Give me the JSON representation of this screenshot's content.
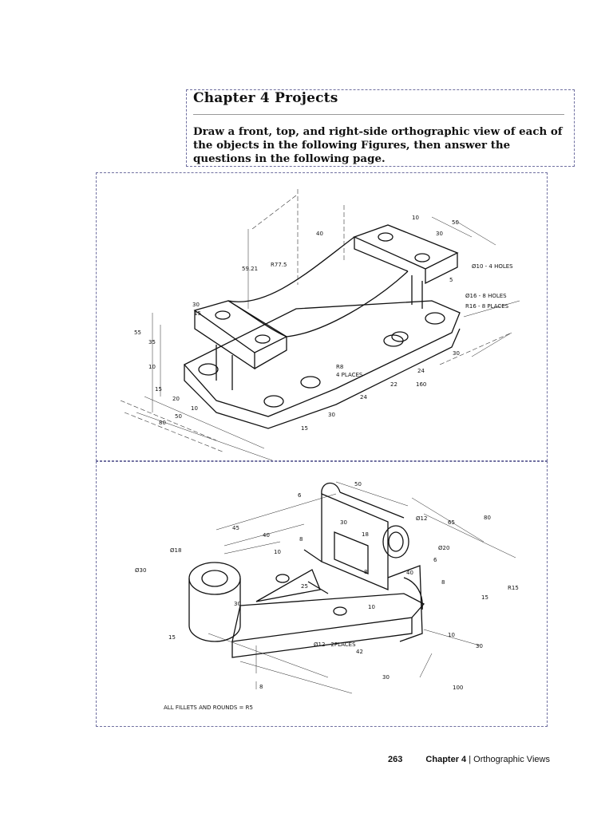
{
  "header": {
    "title": "Chapter 4 Projects",
    "instructions": "Draw a front, top, and right-side orthographic view of each of the objects in the following Figures, then answer the questions in the following page."
  },
  "figure1": {
    "labels": [
      "10",
      "50",
      "30",
      "40",
      "59.21",
      "R77.5",
      "Ø10 - 4 HOLES",
      "5",
      "Ø16 - 8 HOLES",
      "R16 - 8 PLACES",
      "30",
      "15",
      "55",
      "35",
      "10",
      "R8",
      "4 PLACES",
      "30",
      "24",
      "22",
      "160",
      "15",
      "20",
      "10",
      "24",
      "50",
      "80",
      "30",
      "15"
    ]
  },
  "figure2": {
    "labels": [
      "50",
      "6",
      "Ø12",
      "65",
      "80",
      "30",
      "45",
      "40",
      "18",
      "Ø18",
      "8",
      "10",
      "Ø20",
      "6",
      "Ø30",
      "8",
      "40",
      "8",
      "25",
      "R15",
      "30",
      "10",
      "15",
      "15",
      "10",
      "Ø12 - 2PLACES",
      "42",
      "30",
      "30",
      "100",
      "8",
      "ALL FILLETS AND ROUNDS = R5"
    ]
  },
  "footer": {
    "page_number": "263",
    "chapter": "Chapter 4",
    "separator": "|",
    "section": "Orthographic Views"
  }
}
